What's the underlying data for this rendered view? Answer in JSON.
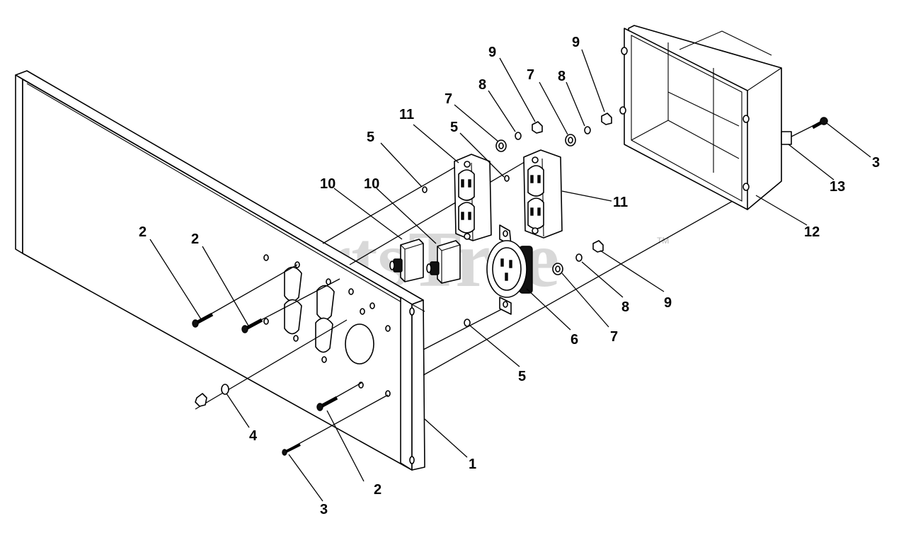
{
  "watermark": {
    "text": "PartsTree",
    "trademark": "TM"
  },
  "callouts": {
    "panel": "1",
    "screw_2a": "2",
    "screw_2b": "2",
    "screw_2c": "2",
    "screw_3_left": "3",
    "screw_3_right": "3",
    "washer_4": "4",
    "nut_5_upper": "5",
    "nut_5_mid": "5",
    "nut_5_lower": "5",
    "receptacle_6": "6",
    "washer_7_a": "7",
    "washer_7_b": "7",
    "washer_7_c": "7",
    "lockwasher_8_a": "8",
    "lockwasher_8_b": "8",
    "lockwasher_8_c": "8",
    "nut_9_a": "9",
    "nut_9_b": "9",
    "nut_9_c": "9",
    "breaker_10_a": "10",
    "breaker_10_b": "10",
    "duplex_11_a": "11",
    "duplex_11_b": "11",
    "box_12": "12",
    "grommet_13": "13"
  }
}
